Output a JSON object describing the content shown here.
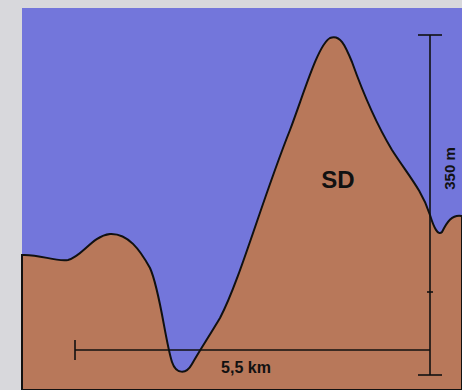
{
  "diagram": {
    "labels": [
      "SD",
      "350 m",
      "5,5 km"
    ]
  }
}
